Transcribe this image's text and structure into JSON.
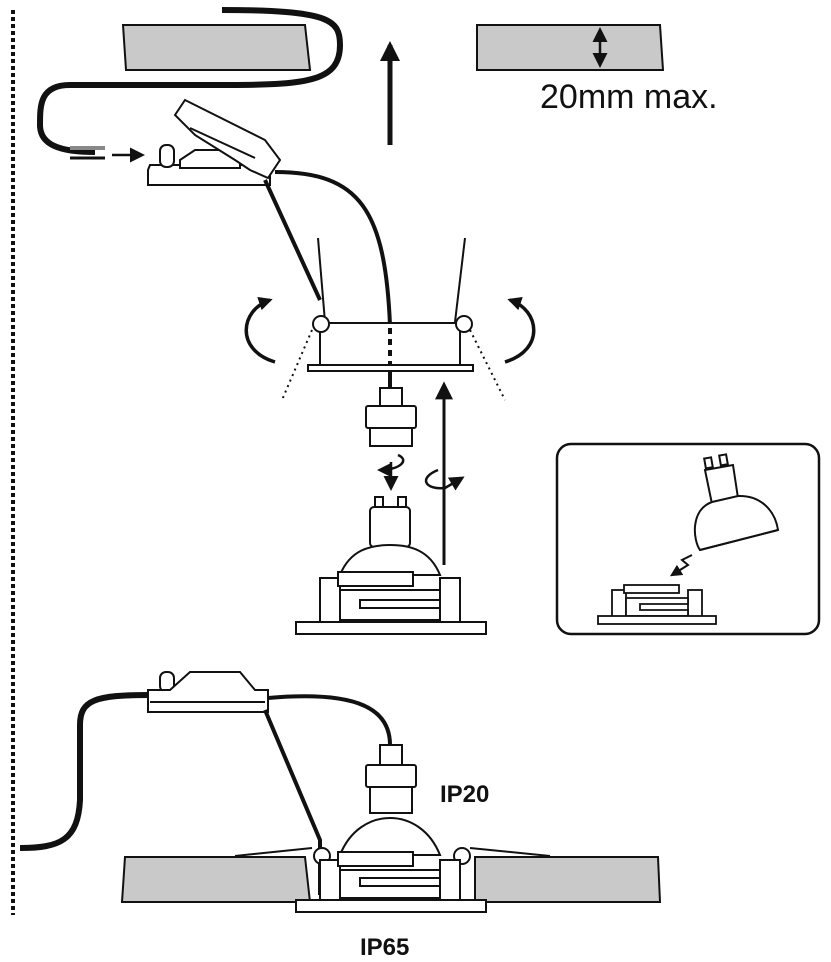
{
  "labels": {
    "max_depth": "20mm max.",
    "ip_upper": "IP20",
    "ip_lower": "IP65"
  },
  "colors": {
    "ceiling_fill": "#c9c9c9",
    "line": "#111111"
  }
}
